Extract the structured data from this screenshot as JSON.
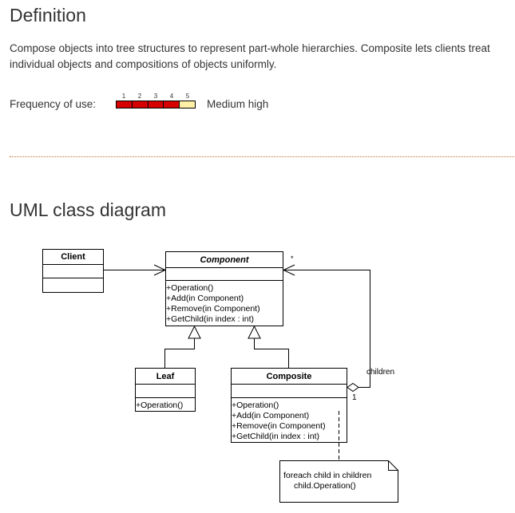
{
  "definition": {
    "heading": "Definition",
    "description": "Compose objects into tree structures to represent part-whole hierarchies. Composite lets clients treat individual objects and compositions of objects uniformly.",
    "frequency_label": "Frequency of use:",
    "frequency_scale": [
      "1",
      "2",
      "3",
      "4",
      "5"
    ],
    "frequency_level": 4,
    "frequency_text": "Medium high",
    "colors": {
      "filled": "#d60000",
      "empty": "#fff0a6"
    }
  },
  "uml": {
    "heading": "UML class diagram",
    "classes": {
      "client": {
        "name": "Client"
      },
      "component": {
        "name": "Component",
        "operations": [
          "+Operation()",
          "+Add(in Component)",
          "+Remove(in Component)",
          "+GetChild(in index : int)"
        ]
      },
      "leaf": {
        "name": "Leaf",
        "operations": [
          "+Operation()"
        ]
      },
      "composite": {
        "name": "Composite",
        "operations": [
          "+Operation()",
          "+Add(in Component)",
          "+Remove(in Component)",
          "+GetChild(in index : int)"
        ]
      }
    },
    "association": {
      "role": "children",
      "multiplicity_many": "*",
      "multiplicity_one": "1"
    },
    "note": {
      "lines": [
        "foreach child in children",
        "child.Operation()"
      ]
    }
  }
}
